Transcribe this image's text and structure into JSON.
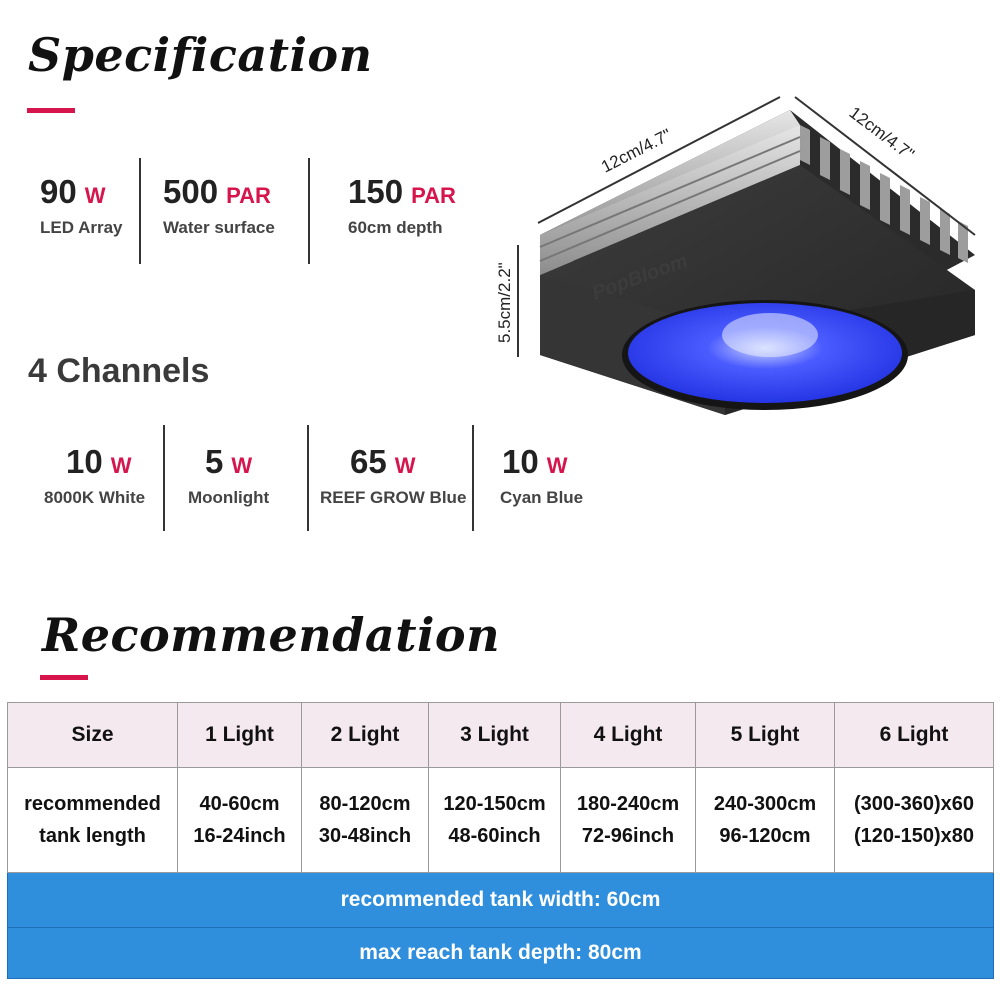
{
  "specification": {
    "title": "Specification",
    "stats": [
      {
        "value": "90",
        "unit": "W",
        "label": "LED Array"
      },
      {
        "value": "500",
        "unit": "PAR",
        "label": "Water surface"
      },
      {
        "value": "150",
        "unit": "PAR",
        "label": "60cm depth"
      }
    ]
  },
  "channels": {
    "title": "4 Channels",
    "items": [
      {
        "value": "10",
        "unit": "W",
        "label": "8000K White"
      },
      {
        "value": "5",
        "unit": "W",
        "label": "Moonlight"
      },
      {
        "value": "65",
        "unit": "W",
        "label": "REEF GROW Blue"
      },
      {
        "value": "10",
        "unit": "W",
        "label": "Cyan Blue"
      }
    ]
  },
  "product": {
    "brand": "PopBloom",
    "dim_length": "12cm/4.7\"",
    "dim_width": "12cm/4.7\"",
    "dim_height": "5.5cm/2.2\"",
    "lens_color": "#2e3bff"
  },
  "recommendation": {
    "title": "Recommendation",
    "headers": [
      "Size",
      "1 Light",
      "2 Light",
      "3 Light",
      "4 Light",
      "5 Light",
      "6 Light"
    ],
    "row_label": [
      "recommended",
      "tank length"
    ],
    "row_values": [
      [
        "40-60cm",
        "16-24inch"
      ],
      [
        "80-120cm",
        "30-48inch"
      ],
      [
        "120-150cm",
        "48-60inch"
      ],
      [
        "180-240cm",
        "72-96inch"
      ],
      [
        "240-300cm",
        "96-120cm"
      ],
      [
        "(300-360)x60",
        "(120-150)x80"
      ]
    ],
    "width_note": "recommended tank width:  60cm",
    "depth_note": "max  reach tank depth:  80cm"
  },
  "colors": {
    "accent": "#d6154d",
    "band_blue": "#2f8fdc",
    "header_pink": "#f4e9ef"
  }
}
